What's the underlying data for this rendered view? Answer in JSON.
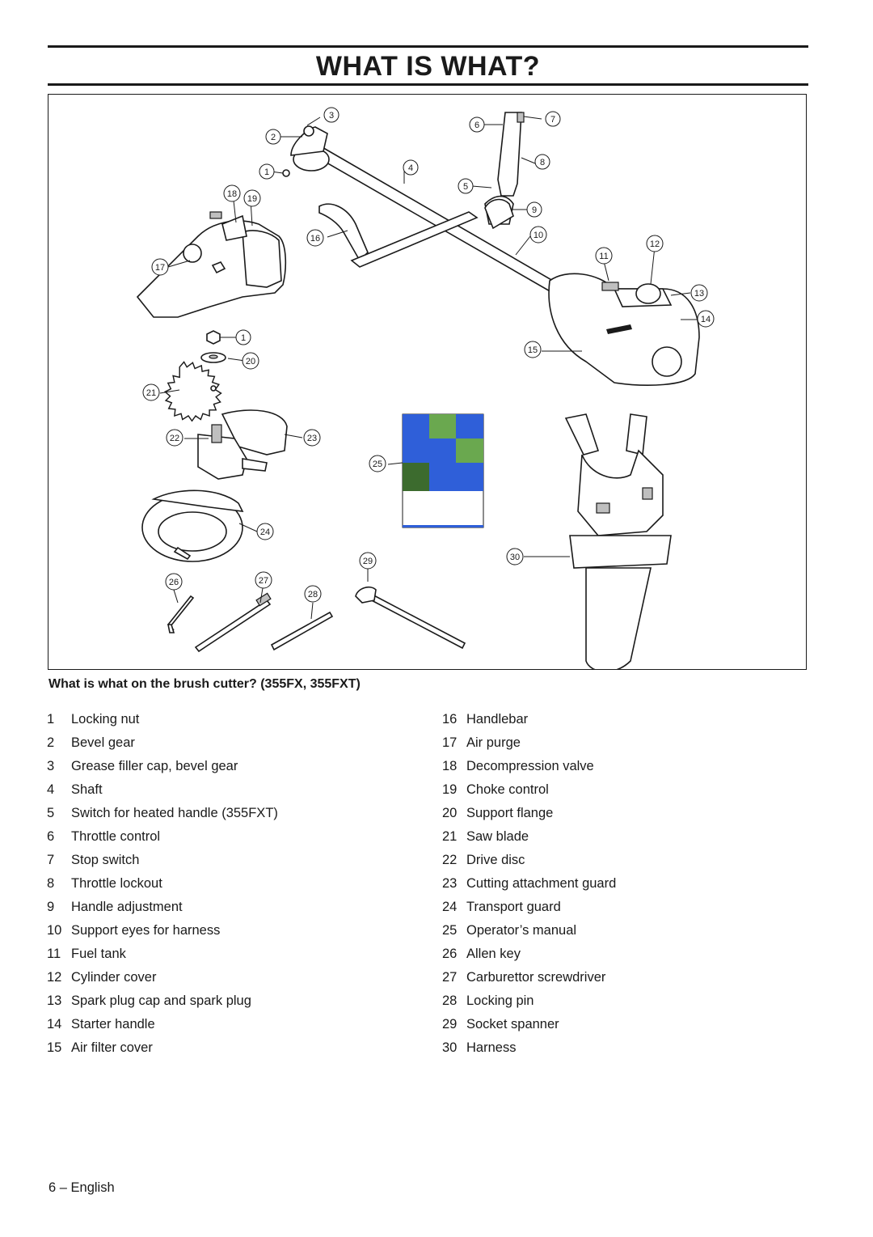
{
  "page": {
    "title": "WHAT IS WHAT?",
    "caption": "What is what on the brush cutter? (355FX, 355FXT)",
    "footer": "6 – English"
  },
  "callouts": [
    "1",
    "2",
    "3",
    "4",
    "5",
    "6",
    "7",
    "8",
    "9",
    "10",
    "11",
    "12",
    "13",
    "14",
    "15",
    "16",
    "17",
    "18",
    "19",
    "20",
    "21",
    "22",
    "23",
    "24",
    "25",
    "26",
    "27",
    "28",
    "29",
    "30"
  ],
  "parts_left": [
    {
      "num": "1",
      "label": "Locking nut"
    },
    {
      "num": "2",
      "label": "Bevel gear"
    },
    {
      "num": "3",
      "label": "Grease filler cap, bevel gear"
    },
    {
      "num": "4",
      "label": "Shaft"
    },
    {
      "num": "5",
      "label": "Switch for heated handle (355FXT)"
    },
    {
      "num": "6",
      "label": "Throttle control"
    },
    {
      "num": "7",
      "label": "Stop switch"
    },
    {
      "num": "8",
      "label": "Throttle lockout"
    },
    {
      "num": "9",
      "label": "Handle adjustment"
    },
    {
      "num": "10",
      "label": "Support eyes for harness"
    },
    {
      "num": "11",
      "label": "Fuel tank"
    },
    {
      "num": "12",
      "label": "Cylinder cover"
    },
    {
      "num": "13",
      "label": "Spark plug cap and spark plug"
    },
    {
      "num": "14",
      "label": "Starter handle"
    },
    {
      "num": "15",
      "label": "Air filter cover"
    }
  ],
  "parts_right": [
    {
      "num": "16",
      "label": "Handlebar"
    },
    {
      "num": "17",
      "label": "Air purge"
    },
    {
      "num": "18",
      "label": "Decompression valve"
    },
    {
      "num": "19",
      "label": "Choke control"
    },
    {
      "num": "20",
      "label": "Support flange"
    },
    {
      "num": "21",
      "label": "Saw blade"
    },
    {
      "num": "22",
      "label": "Drive disc"
    },
    {
      "num": "23",
      "label": "Cutting attachment guard"
    },
    {
      "num": "24",
      "label": "Transport guard"
    },
    {
      "num": "25",
      "label": "Operator’s manual"
    },
    {
      "num": "26",
      "label": "Allen key"
    },
    {
      "num": "27",
      "label": "Carburettor screwdriver"
    },
    {
      "num": "28",
      "label": "Locking pin"
    },
    {
      "num": "29",
      "label": "Socket spanner"
    },
    {
      "num": "30",
      "label": "Harness"
    }
  ],
  "colors": {
    "ink": "#1a1a1a",
    "manual_blue": "#2f5fd9",
    "manual_green": "#6aa84f"
  }
}
